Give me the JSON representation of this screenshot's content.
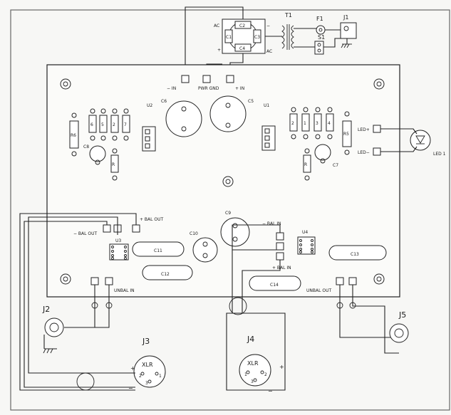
{
  "labels": {
    "t1": "T1",
    "f1": "F1",
    "j1": "J1",
    "s1": "S1",
    "ac_top": "AC",
    "ac_bottom": "AC",
    "plus": "+",
    "minus": "−",
    "c1": "C1",
    "c2": "C2",
    "c3": "C3",
    "c4": "C4",
    "minus_in": "− IN",
    "pwr_gnd": "PWR GND",
    "plus_in": "+ IN",
    "u1": "U1",
    "u2": "U2",
    "c5": "C5",
    "c6": "C6",
    "c7": "C7",
    "c8": "C8",
    "r1": "1",
    "r2": "2",
    "r3": "3",
    "r4": "4",
    "r5": "5",
    "r6": "6",
    "r7": "7",
    "r_label": "R",
    "r5_comp": "R5",
    "r6_comp": "R6",
    "led_plus": "LED+",
    "led_minus": "LED−",
    "led1": "LED 1",
    "bal_out_plus": "+ BAL OUT",
    "bal_out_minus": "− BAL OUT",
    "bal_in_minus": "− BAL IN",
    "bal_in_plus": "+ BAL IN",
    "u3": "U3",
    "u4": "U4",
    "c9": "C9",
    "c10": "C10",
    "c11": "C11",
    "c12": "C12",
    "c13": "C13",
    "c14": "C14",
    "unbal_in": "UNBAL IN",
    "unbal_out": "UNBAL OUT",
    "j2": "J2",
    "j3": "J3",
    "j4": "J4",
    "j5": "J5",
    "xlr_j3": "XLR",
    "xlr_j4": "XLR",
    "pin1": "1",
    "pin2": "2",
    "pin3": "3"
  }
}
